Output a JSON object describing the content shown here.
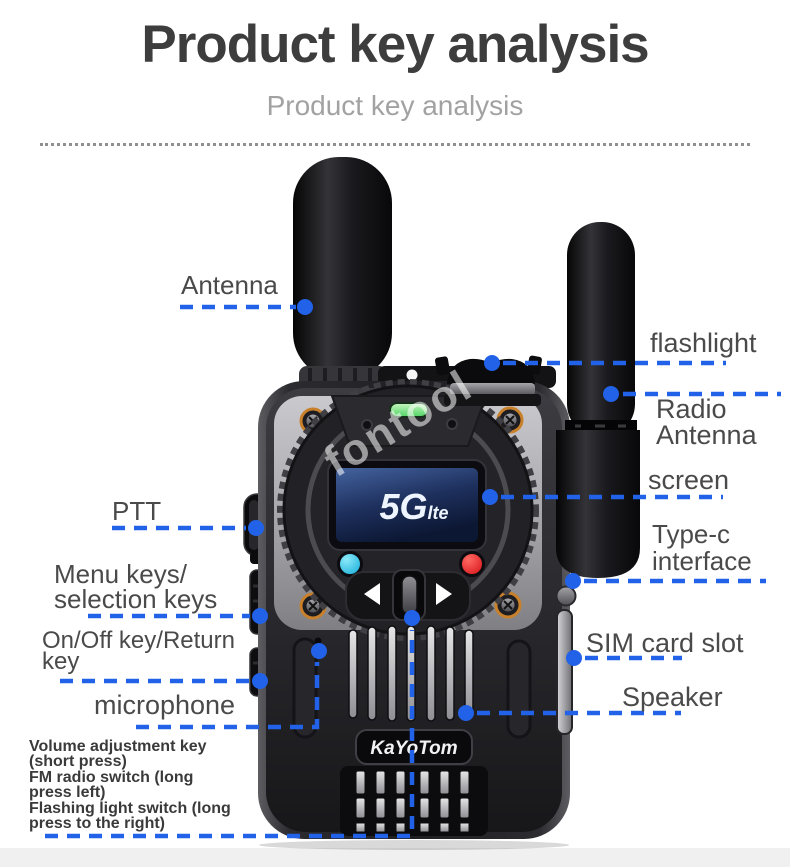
{
  "page": {
    "title": "Product key analysis",
    "subtitle": "Product key analysis",
    "watermark": "fontool"
  },
  "colors": {
    "callout_blue": "#2262e8",
    "label_gray": "#4a4a4a",
    "title_gray": "#3d3d3d",
    "subtitle_gray": "#a2a2a2",
    "led_green": "#7fe98c",
    "button_cyan": "#1fc0e8",
    "button_red": "#e01218",
    "screw_ring_orange": "#c9802a"
  },
  "device": {
    "brand": "KaYoTom",
    "screen_main": "5G",
    "screen_sub": "lte"
  },
  "labels": {
    "antenna": "Antenna",
    "ptt": "PTT",
    "menu_keys": "Menu keys/\nselection keys",
    "on_off": "On/Off key/Return\nkey",
    "microphone": "microphone",
    "volume_block": "Volume adjustment key\n(short press)\nFM radio switch (long\npress left)\nFlashing light switch (long\npress to the right)",
    "flashlight": "flashlight",
    "radio_antenna": "Radio\nAntenna",
    "screen": "screen",
    "type_c": "Type-c\ninterface",
    "sim_card": "SIM card slot",
    "speaker": "Speaker"
  }
}
